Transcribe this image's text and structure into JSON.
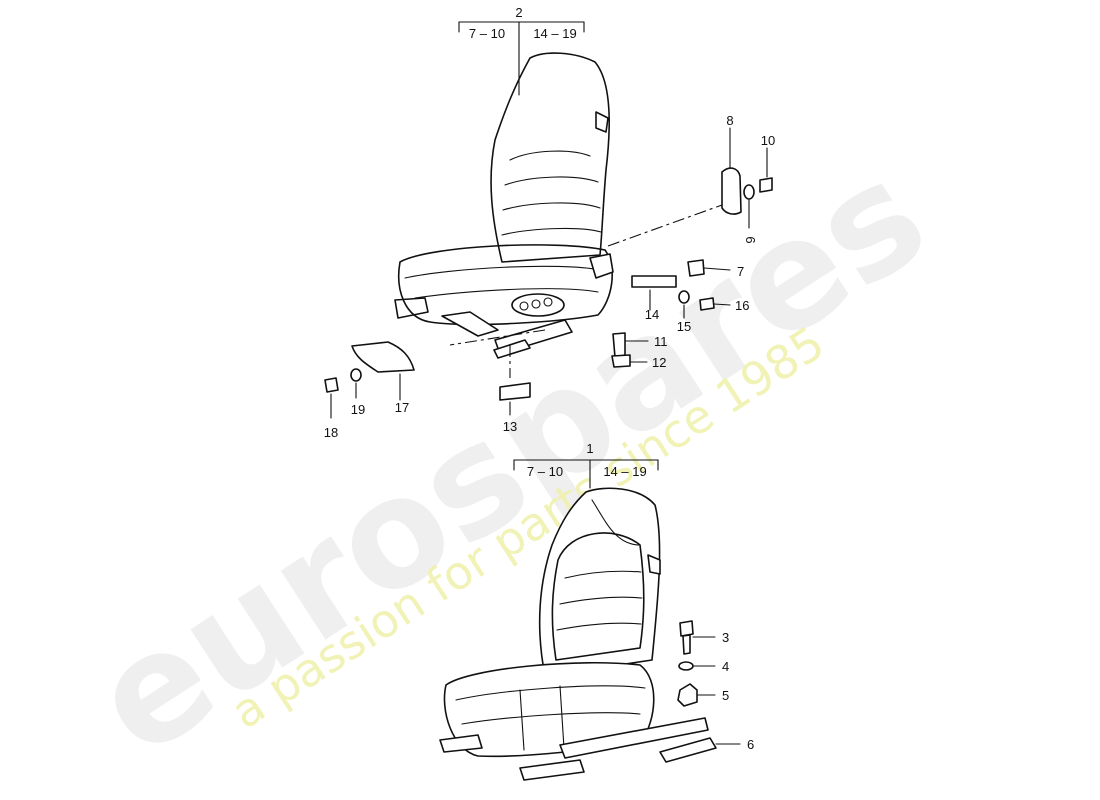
{
  "watermark": {
    "brand": "eurospares",
    "tagline": "a passion for parts since 1985",
    "brand_color": "#e6e6e6",
    "tagline_color": "#eef0a8"
  },
  "assemblies": [
    {
      "id": "upper",
      "number": "2",
      "left_range": "7 – 10",
      "right_range": "14 – 19"
    },
    {
      "id": "lower",
      "number": "1",
      "left_range": "7 – 10",
      "right_range": "14 – 19"
    }
  ],
  "callouts": {
    "c3": "3",
    "c4": "4",
    "c5": "5",
    "c6": "6",
    "c7": "7",
    "c8": "8",
    "c9": "9",
    "c10": "10",
    "c11": "11",
    "c12": "12",
    "c13": "13",
    "c14": "14",
    "c15": "15",
    "c16": "16",
    "c17": "17",
    "c18": "18",
    "c19": "19"
  }
}
